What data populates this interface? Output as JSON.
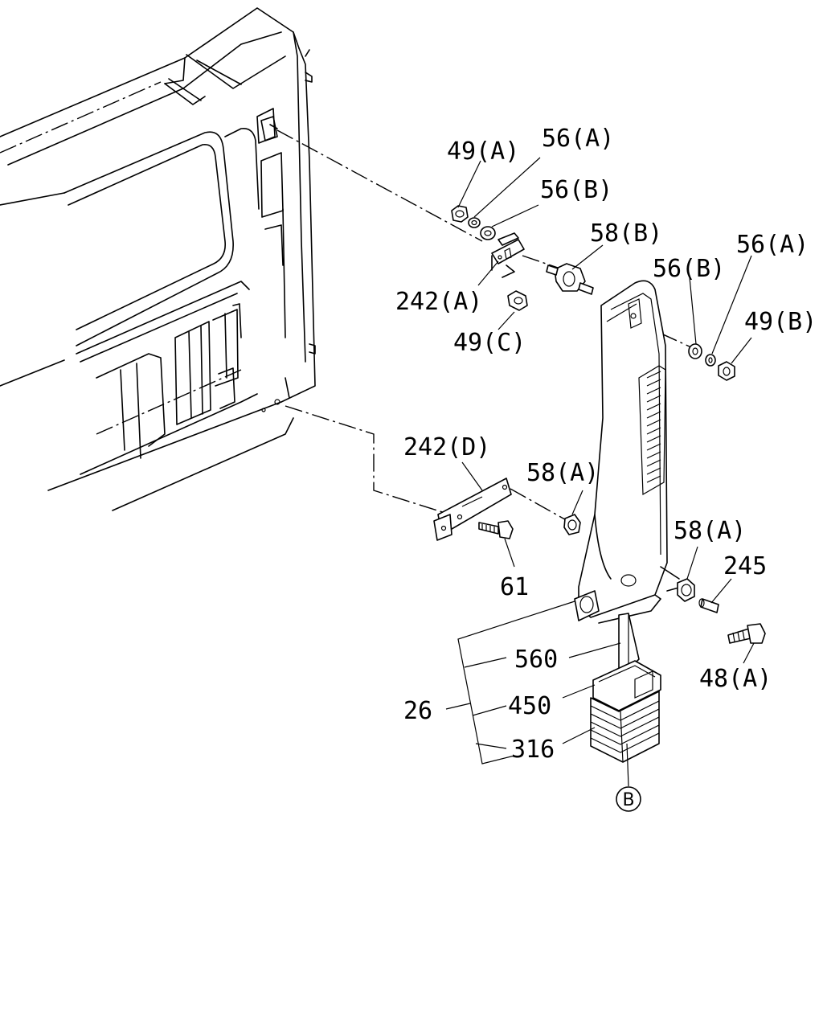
{
  "labels": {
    "l49a": "49(A)",
    "l56a_top": "56(A)",
    "l56b_top": "56(B)",
    "l58b": "58(B)",
    "l242a": "242(A)",
    "l49c": "49(C)",
    "l56b_right": "56(B)",
    "l56a_right": "56(A)",
    "l49b": "49(B)",
    "l242d": "242(D)",
    "l58a_mid": "58(A)",
    "l61": "61",
    "l58a_right": "58(A)",
    "l245": "245",
    "l48a": "48(A)",
    "l560": "560",
    "l26": "26",
    "l450": "450",
    "l316": "316",
    "lB": "B"
  }
}
